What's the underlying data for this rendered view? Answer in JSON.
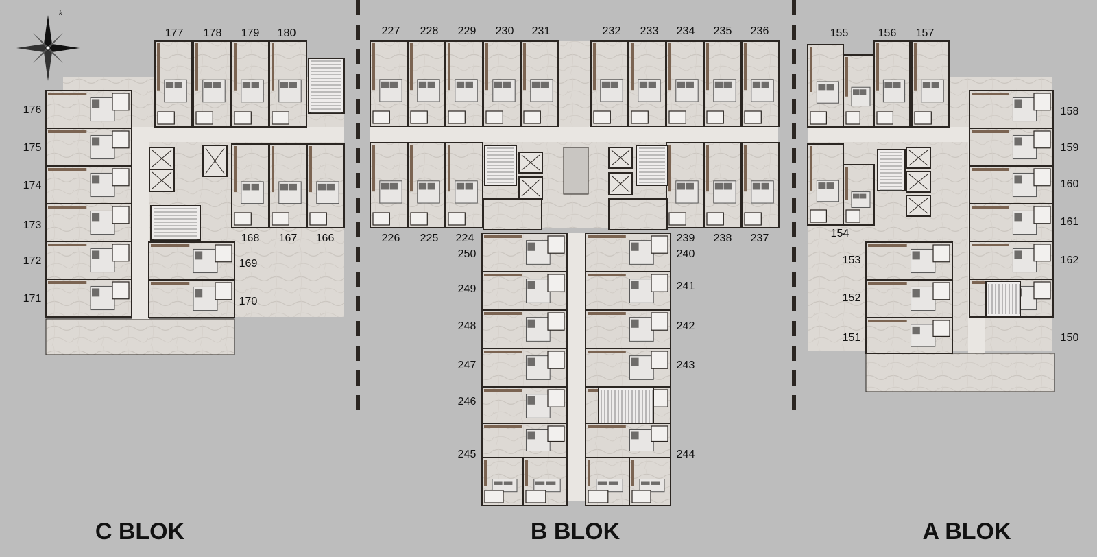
{
  "compass": {
    "icon": "compass-rose-icon",
    "north_label": "k"
  },
  "colors": {
    "background": "#bdbdbd",
    "floor": "#ddd9d4",
    "wall": "#2b2622",
    "wood": "#7b6452",
    "bed": "#e8e6e4",
    "balcony": "#e6e1dc"
  },
  "bloks": [
    {
      "key": "c",
      "label": "C BLOK",
      "rooms": [
        "177",
        "178",
        "179",
        "180",
        "176",
        "175",
        "174",
        "173",
        "172",
        "171",
        "169",
        "170",
        "168",
        "167",
        "166"
      ]
    },
    {
      "key": "b",
      "label": "B BLOK",
      "rooms": [
        "227",
        "228",
        "229",
        "230",
        "231",
        "232",
        "233",
        "234",
        "235",
        "236",
        "226",
        "225",
        "224",
        "239",
        "238",
        "237",
        "250",
        "249",
        "248",
        "247",
        "246",
        "245",
        "240",
        "241",
        "242",
        "243",
        "244"
      ]
    },
    {
      "key": "a",
      "label": "A BLOK",
      "rooms": [
        "155",
        "156",
        "157",
        "154",
        "158",
        "159",
        "160",
        "161",
        "162",
        "153",
        "152",
        "151",
        "150"
      ]
    }
  ]
}
